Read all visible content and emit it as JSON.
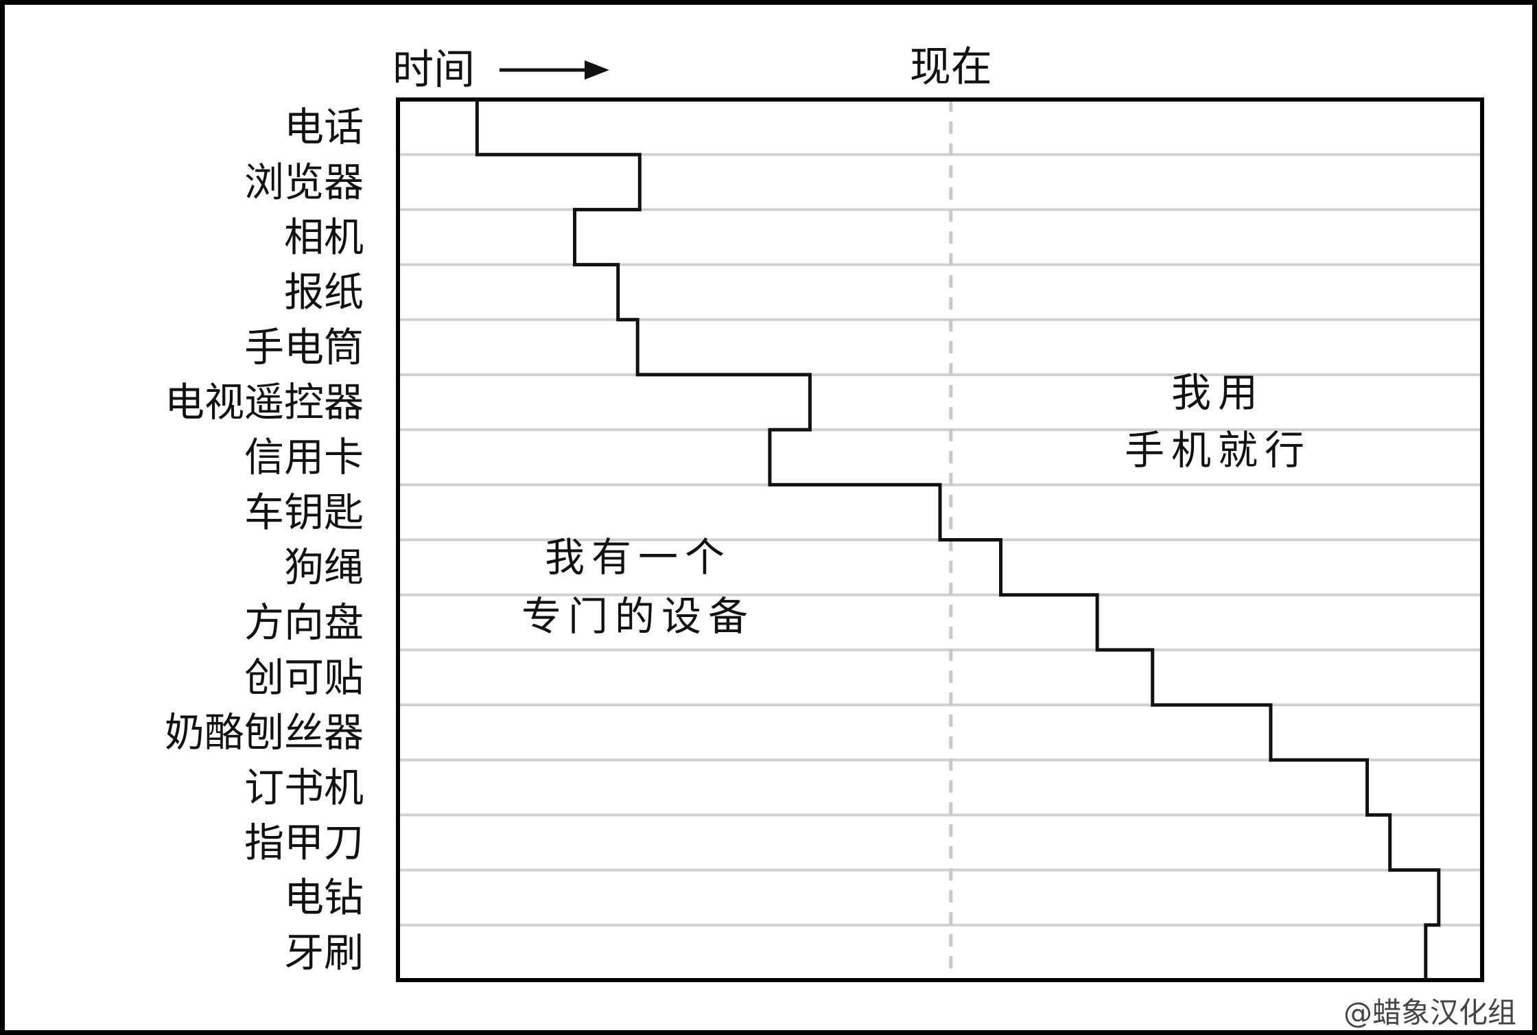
{
  "chart_data": {
    "type": "step",
    "axis_labels": {
      "time": "时间",
      "now": "现在"
    },
    "categories": [
      "电话",
      "浏览器",
      "相机",
      "报纸",
      "手电筒",
      "电视遥控器",
      "信用卡",
      "车钥匙",
      "狗绳",
      "方向盘",
      "创可贴",
      "奶酪刨丝器",
      "订书机",
      "指甲刀",
      "电钻",
      "牙刷"
    ],
    "values": [
      0.073,
      0.223,
      0.163,
      0.203,
      0.221,
      0.38,
      0.343,
      0.5,
      0.556,
      0.645,
      0.696,
      0.805,
      0.894,
      0.915,
      0.96,
      0.948
    ],
    "value_range": [
      0,
      1
    ],
    "now_marker": 0.51,
    "annotations": {
      "left": [
        "我有一个",
        "专门的设备"
      ],
      "right": [
        "我用",
        "手机就行"
      ]
    },
    "grid": true
  },
  "credit": "@蜡象汉化组",
  "colors": {
    "line": "#111111",
    "grid": "#d0d0d0",
    "now_line": "#c8c8c8"
  }
}
